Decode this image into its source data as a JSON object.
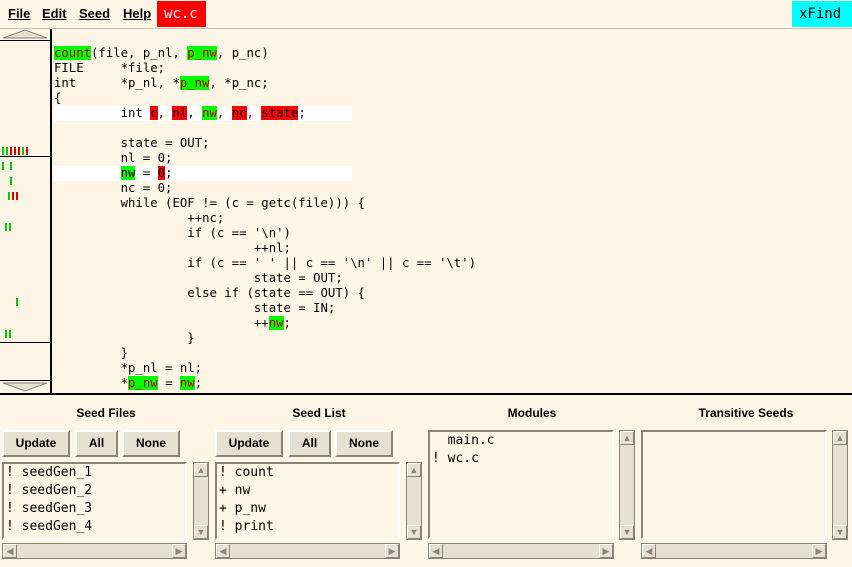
{
  "menu": {
    "file": "File",
    "edit": "Edit",
    "seed": "Seed",
    "help": "Help"
  },
  "file_tab": "wc.c",
  "xfind": "xFind",
  "colors": {
    "background": "#fdf5e6",
    "seed_highlight": "#00ff00",
    "dependent_highlight": "#ff0000",
    "xfind": "#00ffff"
  },
  "code_lines": [
    [
      {
        "t": "count",
        "c": "g"
      },
      {
        "t": "(file, p_nl, "
      },
      {
        "t": "p_nw",
        "c": "g"
      },
      {
        "t": ", p_nc)"
      }
    ],
    [
      {
        "t": "FILE     *file;"
      }
    ],
    [
      {
        "t": "int      *p_nl, *"
      },
      {
        "t": "p_nw",
        "c": "g"
      },
      {
        "t": ", *p_nc;"
      }
    ],
    [
      {
        "t": "{"
      }
    ],
    [
      {
        "t": "         int "
      },
      {
        "t": "c",
        "c": "r"
      },
      {
        "t": ", "
      },
      {
        "t": "nl",
        "c": "r"
      },
      {
        "t": ", "
      },
      {
        "t": "nw",
        "c": "g"
      },
      {
        "t": ", "
      },
      {
        "t": "nc",
        "c": "r"
      },
      {
        "t": ", "
      },
      {
        "t": "state",
        "c": "r"
      },
      {
        "t": ";"
      }
    ],
    [
      {
        "t": ""
      }
    ],
    [
      {
        "t": "         state = OUT;"
      }
    ],
    [
      {
        "t": "         nl = 0;"
      }
    ],
    [
      {
        "t": "         "
      },
      {
        "t": "nw",
        "c": "gy"
      },
      {
        "t": " = "
      },
      {
        "t": "0",
        "c": "r"
      },
      {
        "t": ";"
      }
    ],
    [
      {
        "t": "         nc = 0;"
      }
    ],
    [
      {
        "t": "         while (EOF != (c = getc(file))) {"
      }
    ],
    [
      {
        "t": "                  ++nc;"
      }
    ],
    [
      {
        "t": "                  if (c == '\\n')"
      }
    ],
    [
      {
        "t": "                           ++nl;"
      }
    ],
    [
      {
        "t": "                  if (c == ' ' || c == '\\n' || c == '\\t')"
      }
    ],
    [
      {
        "t": "                           state = OUT;"
      }
    ],
    [
      {
        "t": "                  else if (state == OUT) {"
      }
    ],
    [
      {
        "t": "                           state = IN;"
      }
    ],
    [
      {
        "t": "                           ++"
      },
      {
        "t": "nw",
        "c": "g"
      },
      {
        "t": ";"
      }
    ],
    [
      {
        "t": "                  }"
      }
    ],
    [
      {
        "t": "         }"
      }
    ],
    [
      {
        "t": "         *p_nl = nl;"
      }
    ],
    [
      {
        "t": "         *"
      },
      {
        "t": "p_nw",
        "c": "g"
      },
      {
        "t": " = "
      },
      {
        "t": "nw",
        "c": "g"
      },
      {
        "t": ";"
      }
    ]
  ],
  "panels": {
    "seed_files": {
      "title": "Seed Files",
      "buttons": [
        "Update",
        "All",
        "None"
      ],
      "items": [
        "! seedGen_1",
        "! seedGen_2",
        "! seedGen_3",
        "! seedGen_4"
      ]
    },
    "seed_list": {
      "title": "Seed List",
      "buttons": [
        "Update",
        "All",
        "None"
      ],
      "items": [
        "! count",
        "+ nw",
        "+ p_nw",
        "! print"
      ]
    },
    "modules": {
      "title": "Modules",
      "items": [
        "  main.c",
        "! wc.c"
      ]
    },
    "transitive_seeds": {
      "title": "Transitive Seeds",
      "items": []
    }
  }
}
